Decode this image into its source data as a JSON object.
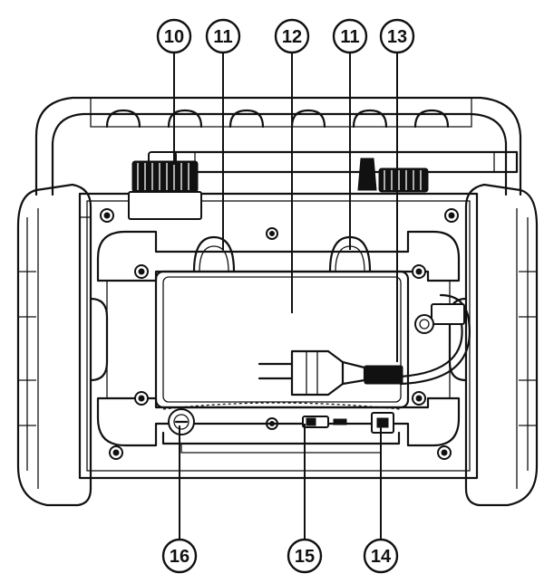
{
  "callouts": [
    {
      "id": "c10",
      "label": "10"
    },
    {
      "id": "c11a",
      "label": "11"
    },
    {
      "id": "c12",
      "label": "12"
    },
    {
      "id": "c11b",
      "label": "11"
    },
    {
      "id": "c13",
      "label": "13"
    },
    {
      "id": "c16",
      "label": "16"
    },
    {
      "id": "c15",
      "label": "15"
    },
    {
      "id": "c14",
      "label": "14"
    }
  ]
}
